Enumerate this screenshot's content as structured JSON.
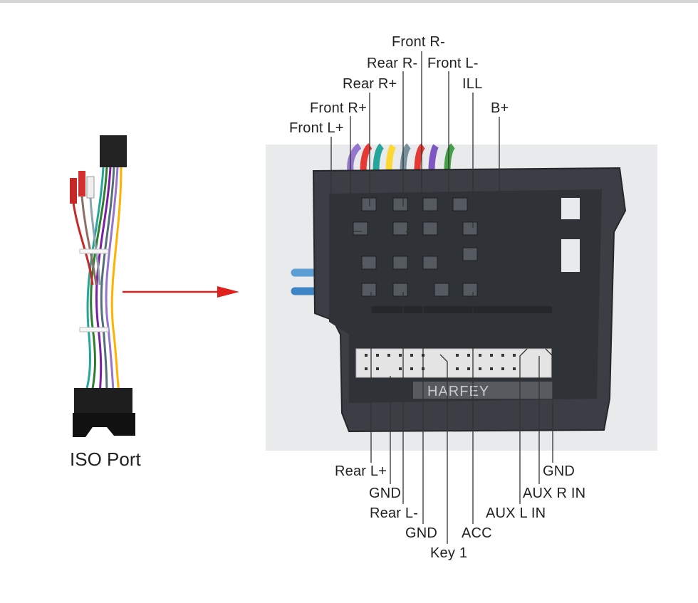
{
  "caption": "ISO Port",
  "watermark": "HARFEY",
  "top_pin_labels": [
    "Front R-",
    "Rear R-",
    "Front L-",
    "Rear R+",
    "ILL",
    "Front R+",
    "B+",
    "Front L+"
  ],
  "bottom_pin_labels": [
    "Rear L+",
    "GND",
    "Rear L-",
    "GND",
    "Key 1",
    "ACC",
    "AUX L IN",
    "AUX R IN",
    "GND"
  ],
  "colors": {
    "arrow": "#e0201c",
    "connector": "#3b3e44",
    "leader_line": "#333333"
  }
}
